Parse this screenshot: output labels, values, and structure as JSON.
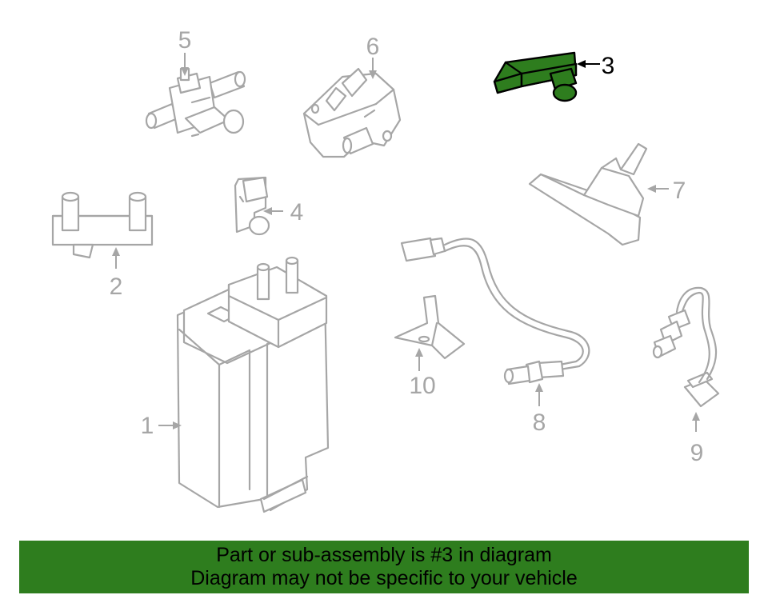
{
  "callouts": {
    "c1": "1",
    "c2": "2",
    "c3": "3",
    "c4": "4",
    "c5": "5",
    "c6": "6",
    "c7": "7",
    "c8": "8",
    "c9": "9",
    "c10": "10"
  },
  "highlighted_part": "3",
  "colors": {
    "highlight_fill": "#2e7d1e",
    "outline_gray": "#a6a6a6",
    "banner_background": "#2e7d1e"
  },
  "banner": {
    "line1": "Part or sub-assembly is #3 in diagram",
    "line2": "Diagram may not be specific to your vehicle"
  }
}
